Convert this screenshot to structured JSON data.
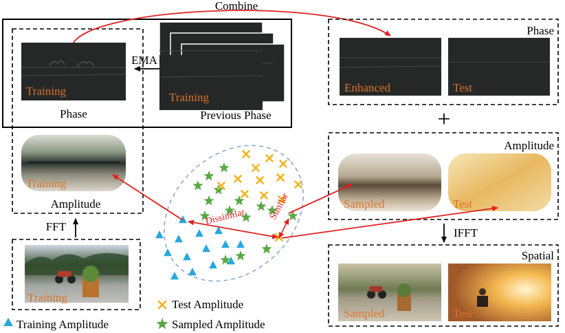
{
  "labels": {
    "combine": "Combine",
    "ema": "EMA",
    "fft": "FFT",
    "ifft": "IFFT",
    "plus": "+",
    "dissimilar": "Dissimilar",
    "similar": "Similar"
  },
  "panels": {
    "phase_training": {
      "caption": "Phase",
      "tag": "Training"
    },
    "previous_phase": {
      "caption": "Previous Phase",
      "tag": "Training"
    },
    "phase_right": {
      "title": "Phase",
      "tag_left": "Enhanced",
      "tag_right": "Test"
    },
    "amplitude_left": {
      "caption": "Amplitude",
      "tag": "Training"
    },
    "amplitude_right": {
      "title": "Amplitude",
      "tag_left": "Sampled",
      "tag_right": "Test"
    },
    "spatial_input": {
      "tag": "Training"
    },
    "spatial_right": {
      "title": "Spatial",
      "tag_left": "Sampled",
      "tag_right": "Test"
    }
  },
  "legend": {
    "training": "Training Amplitude",
    "test": "Test Amplitude",
    "sampled": "Sampled Amplitude"
  },
  "colors": {
    "arrow_red": "#e02020",
    "tag_orange": "#d9732a",
    "training_marker": "#29a8e0",
    "test_marker": "#f2b21c",
    "sampled_marker": "#5aa845",
    "ellipse": "#8aa9d6"
  }
}
